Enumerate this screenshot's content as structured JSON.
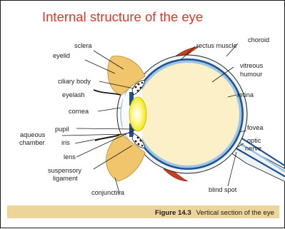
{
  "title": "Internal structure of the eye",
  "labels": {
    "sclera": "sclera",
    "eyelid": "eyelid",
    "ciliary_body": "ciliary body",
    "eyelash": "eyelash",
    "cornea": "cornea",
    "pupil": "pupil",
    "aqueous_line1": "aqueous",
    "aqueous_line2": "chamber",
    "iris": "iris",
    "lens": "lens",
    "suspensory_line1": "suspensory",
    "suspensory_line2": "ligament",
    "conjunctiva": "conjunctiva",
    "rectus_muscle": "rectus muscle",
    "choroid": "choroid",
    "vitreous_line1": "vitreous",
    "vitreous_line2": "humour",
    "retina": "retina",
    "fovea": "fovea",
    "optic_line1": "optic",
    "optic_line2": "nerve",
    "blind_spot": "blind spot"
  },
  "caption": {
    "number": "Figure 14.3",
    "text": "Vertical section of the eye"
  },
  "colors": {
    "title": "#d8392b",
    "vitreous": "#fbf0c8",
    "sclera": "#eef3f5",
    "choroid": "#1f4f97",
    "retina": "#9cc6e4",
    "muscle": "#c8411f",
    "eyelid": "#f1c56b",
    "lens": "#f5ef00",
    "caption_band": "#ecd49a"
  }
}
